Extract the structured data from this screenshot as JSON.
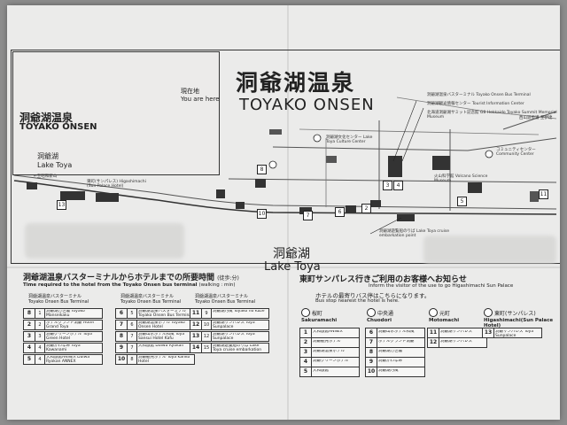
{
  "title_jp": "洞爺湖温泉",
  "title_en": "TOYAKO ONSEN",
  "inset": {
    "title_jp": "洞爺湖温泉",
    "title_en": "TOYAKO ONSEN",
    "lake_jp": "洞爺湖",
    "lake_en": "Lake Toya",
    "you_are_here_jp": "現在地",
    "you_are_here_en": "You are here"
  },
  "lake_jp": "洞爺湖",
  "lake_en": "Lake Toya",
  "landmarks": {
    "bus_terminal": "洞爺湖温泉バスターミナル Toyako Onsen Bus Terminal",
    "tourist_info": "洞爺湖観光情報センター Tourist Information Center",
    "summit_museum": "北海道洞爺湖サミット記念館 G8 Hokkaido Toyako Summit Memorial Museum",
    "culture_center": "洞爺湖文化センター Lake Toya Culture Center",
    "volcano_museum": "火山科学館 Volcano Science Museum",
    "community_center": "コミュニティセンター Community Center",
    "cruise": "洞爺湖遊覧船のりば Lake Toya cruise embarkation point",
    "route_left": "←至昭和新山",
    "route_right": "西山遊歩道 至伊達",
    "hotel_label": "東町(サンパレス) Higashimachi (Sun Palace Hotel)",
    "nishiyama": "西山遊歩道"
  },
  "bus_section": {
    "title_jp": "洞爺湖温泉バスターミナルからホテルまでの所要時間",
    "walk_note_jp": "(徒歩:分)",
    "title_en": "Time required to the hotel from the Toyako Onsen bus terminal",
    "walk_note_en": "(walking : min)",
    "col_head_jp": "洞爺湖温泉バスターミナル",
    "col_head_en": "Toyako Onsen Bus Terminal",
    "col1": [
      {
        "n": "8",
        "m": "1",
        "t": "洞爺湖万世閣 Toyako Manseikaku"
      },
      {
        "n": "2",
        "m": "2",
        "t": "ホテルグランド洞爺 Hotel Grand Toya"
      },
      {
        "n": "3",
        "m": "3",
        "t": "洞爺グリーンホテル Toya Green Hotel"
      },
      {
        "n": "4",
        "m": "4",
        "t": "洞爺かわなみ Toya Kawanami"
      },
      {
        "n": "5",
        "m": "4",
        "t": "大和旅館ANNEX Daiwa Ryokan ANNEX"
      }
    ],
    "col2": [
      {
        "n": "6",
        "m": "5",
        "t": "洞爺湖温泉バスターミナル Toyako Onsen Bus Terminal"
      },
      {
        "n": "7",
        "m": "6",
        "t": "洞爺湖温泉ホテル Toyako Onsen Hotel"
      },
      {
        "n": "8",
        "m": "7",
        "t": "洞爺山水ホテル和風 Toya Sansui Hotel Kafu"
      },
      {
        "n": "9",
        "m": "7",
        "t": "大和旅館 Daiwa Ryokan"
      },
      {
        "n": "10",
        "m": "8",
        "t": "洞爺観光ホテル Toya Kanko Hotel"
      }
    ],
    "col3": [
      {
        "n": "11",
        "m": "9",
        "t": "洞爺湖乃風 Toyako no Kaze"
      },
      {
        "n": "12",
        "m": "10",
        "t": "洞爺湖サンパレス Toya Sunpalace"
      },
      {
        "n": "13",
        "m": "12",
        "t": "洞爺湖サンパレス Toya Sunpalace"
      },
      {
        "n": "14",
        "m": "15",
        "t": "洞爺湖遊覧船のりば Lake Toya cruise embarkation"
      }
    ]
  },
  "sun_palace": {
    "title_jp": "東町サンパレス行きご利用のお客様へお知らせ",
    "sub_jp": "ホテルの最寄りバス停はこちらになります。",
    "sub_en1": "Inform the visitor of the use to go Higashimachi Sun Palace",
    "sub_en2": "Bus stop nearest the hotel is here.",
    "stops": [
      {
        "jp": "桜町",
        "en": "Sakuramachi",
        "rows": [
          {
            "n": "1",
            "t": "大和旅館ANNEX"
          },
          {
            "n": "2",
            "t": "洞爺観光ホテル"
          },
          {
            "n": "3",
            "t": "洞爺湖温泉ホテル"
          },
          {
            "n": "4",
            "t": "洞爺グリーンホテル"
          },
          {
            "n": "5",
            "t": "大和旅館"
          }
        ]
      },
      {
        "jp": "中央通",
        "en": "Chuodori",
        "rows": [
          {
            "n": "6",
            "t": "洞爺山水ホテル和風"
          },
          {
            "n": "7",
            "t": "ホテルグランド洞爺"
          },
          {
            "n": "8",
            "t": "洞爺湖万世閣"
          },
          {
            "n": "9",
            "t": "洞爺かわなみ"
          },
          {
            "n": "10",
            "t": "洞爺湖乃風"
          }
        ]
      },
      {
        "jp": "元町",
        "en": "Motomachi",
        "rows": [
          {
            "n": "11",
            "t": "洞爺湖サンパレス"
          },
          {
            "n": "12",
            "t": "洞爺湖サンパレス"
          }
        ]
      },
      {
        "jp": "東町(サンパレス)",
        "en": "Higashimachi(Sun Palace Hotel)",
        "rows": [
          {
            "n": "13",
            "t": "洞爺サンパレス Toya Sunpalace"
          }
        ]
      }
    ]
  }
}
